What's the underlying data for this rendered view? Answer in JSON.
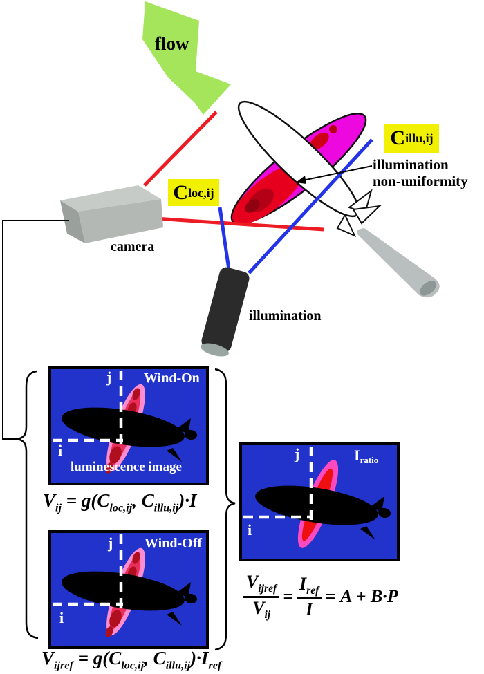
{
  "colors": {
    "panel_blue": "#2233cc",
    "flow_arrow_green": "#a5e55c",
    "badge_yellow": "#f0f000",
    "ray_red": "#ed1c24",
    "ray_blue": "#2233e8",
    "model_magenta": "#ee08e0",
    "psp_pink": "#ff8cce",
    "psp_crimson": "#ea2e5c",
    "ratio_wing_red": "#ee1010",
    "silhouette_black": "#000000"
  },
  "diagram": {
    "flow_label": "flow",
    "camera_label": "camera",
    "illumination_label": "illumination",
    "c_loc": {
      "base": "C",
      "sub": "loc,ij"
    },
    "c_illu": {
      "base": "C",
      "sub": "illu,ij"
    },
    "nonuniformity": {
      "line1": "illumination",
      "line2": "non-uniformity"
    }
  },
  "panels": {
    "wind_on": {
      "title": "Wind-On",
      "axis_j": "j",
      "axis_i": "i",
      "caption": "luminescence image"
    },
    "wind_off": {
      "title": "Wind-Off",
      "axis_j": "j",
      "axis_i": "i"
    },
    "ratio": {
      "title_base": "I",
      "title_sub": "ratio",
      "axis_j": "j",
      "axis_i": "i"
    }
  },
  "equations": {
    "wind_on": "V_{ij} = g(C_{loc,ij}, C_{illu,ij})·I",
    "wind_off": "V_{ijref} = g(C_{loc,ij}, C_{illu,ij})·I_{ref}",
    "ratio": {
      "frac1_num": "V_{ijref}",
      "frac1_den": "V_{ij}",
      "eq1": "=",
      "frac2_num": "I_{ref}",
      "frac2_den": "I",
      "eq2": "=",
      "rhs": "A + B·P"
    }
  }
}
